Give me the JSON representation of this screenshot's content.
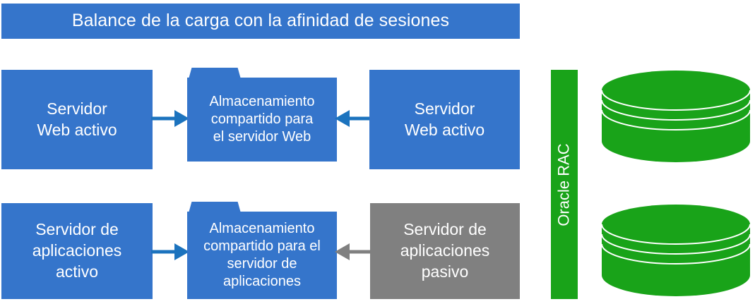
{
  "diagram": {
    "title": "Balance de la carga con la afinidad de sesiones",
    "colors": {
      "blue": "#3575CB",
      "arrow_blue": "#1C73BE",
      "gray": "#808080",
      "arrow_gray": "#808080",
      "green": "#19A319",
      "white": "#FFFFFF"
    },
    "top_row": {
      "left_server": "Servidor\nWeb activo",
      "storage": "Almacenamiento\ncompartido para\nel servidor Web",
      "right_server": "Servidor\nWeb activo",
      "left_arrow_direction": "right",
      "right_arrow_direction": "left"
    },
    "bottom_row": {
      "left_server": "Servidor de\naplicaciones\nactivo",
      "storage": "Almacenamiento\ncompartido para el\nservidor de\naplicaciones",
      "right_server": "Servidor de\naplicaciones\npasivo",
      "left_arrow_direction": "right",
      "right_arrow_direction": "left"
    },
    "database": {
      "band_label": "Oracle RAC",
      "cylinders": [
        {
          "name": "database-cylinder-top"
        },
        {
          "name": "database-cylinder-bottom"
        }
      ]
    }
  }
}
